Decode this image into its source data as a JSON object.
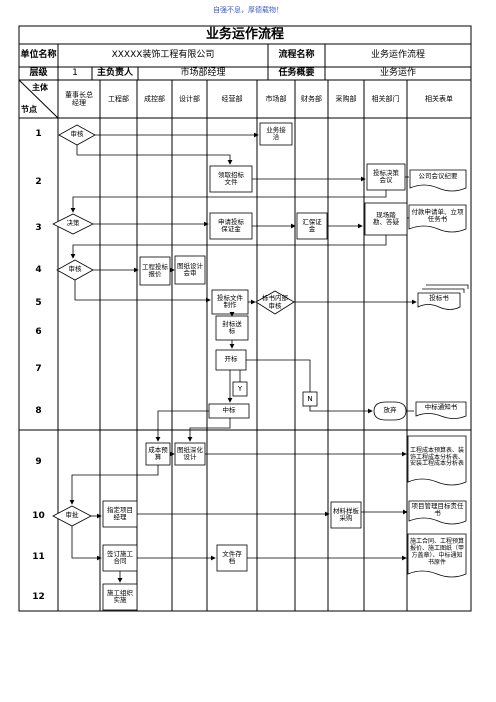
{
  "slogan": "自强不息，厚德载物！",
  "title": "业务运作流程",
  "info": {
    "unit_label": "单位名称",
    "unit_value": "XXXXX装饰工程有限公司",
    "flow_name_label": "流程名称",
    "flow_name_value": "业务运作流程",
    "level_label": "层级",
    "level_value": "1",
    "owner_label": "主负责人",
    "owner_value": "市场部经理",
    "summary_label": "任务概要",
    "summary_value": "业务运作"
  },
  "corner": {
    "subject": "主体",
    "node": "节点"
  },
  "columns": [
    "董事长总经理",
    "工程部",
    "成控部",
    "设计部",
    "经营部",
    "市场部",
    "财务部",
    "采购部",
    "相关部门",
    "相关表单"
  ],
  "rows": [
    "1",
    "2",
    "3",
    "4",
    "5",
    "6",
    "7",
    "8",
    "9",
    "10",
    "11",
    "12"
  ],
  "nodes": {
    "review1": "审核",
    "business_contact": "业务接洽",
    "get_tender": "领取招标文件",
    "bid_meeting": "投标决策会议",
    "meeting_minutes": "公司会议纪要",
    "decision": "决策",
    "apply_deposit": "申请投标保证金",
    "remit_deposit": "汇保证金",
    "site_visit": "现场踏勘、答疑",
    "payment_form": "付款申请单、立项任务书",
    "review4": "审核",
    "eng_quote": "工程投标报价",
    "design_drawing": "图纸设计会审",
    "bid_doc": "投标文件制作",
    "bid_review": "标书内部审核",
    "bid_book": "投标书",
    "seal_send": "封标送标",
    "open_bid": "开标",
    "y_label": "Y",
    "n_label": "N",
    "win_bid": "中标",
    "give_up": "放弃",
    "win_notice": "中标通知书",
    "cost_budget": "成本预算",
    "design_deepen": "图纸深化设计",
    "cost_forms": "工程成本预算表、装饰工程成本分析表、安装工程成本分析表",
    "approve": "审批",
    "pm_assign": "指定项目经理",
    "material_purchase": "材料样板采购",
    "pm_duty": "项目管理目标责任书",
    "sign_contract": "签订施工合同",
    "file_archive": "文件存档",
    "contract_forms": "施工合同、工程预算报价、施工图纸（甲方盖章）、中标通知书原件",
    "construction_team": "施工组织实施"
  }
}
